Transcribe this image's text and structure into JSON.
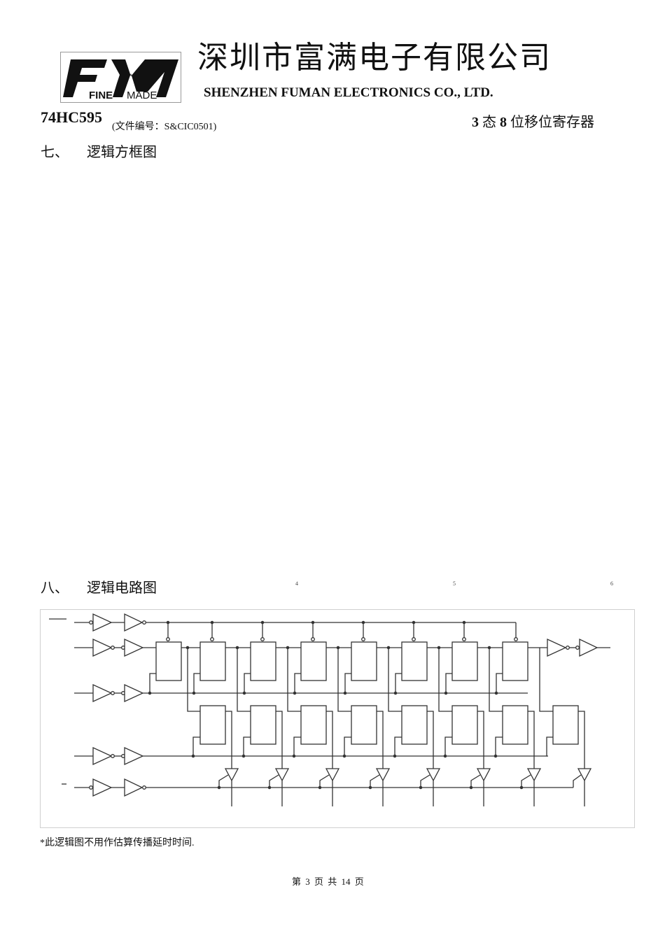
{
  "header": {
    "logo": {
      "mark": "FM",
      "brand_bold": "FINE",
      "brand_light": "MADE"
    },
    "company_cn": "深圳市富满电子有限公司",
    "company_en": "SHENZHEN FUMAN ELECTRONICS CO., LTD.",
    "part_number": "74HC595",
    "doc_number": "(文件编号：S&CIC0501)",
    "subtitle": {
      "n1": "3",
      "t1": " 态 ",
      "n2": "8",
      "t2": " 位移位寄存器"
    }
  },
  "sections": [
    {
      "number": "七、",
      "title": "逻辑方框图"
    },
    {
      "number": "八、",
      "title": "逻辑电路图"
    }
  ],
  "tick_labels": [
    "4",
    "5",
    "6"
  ],
  "diagram": {
    "description": "74HC595 logic circuit: input buffers, 8 shift-register flip-flops, 8 storage-register latches, 8 three-state output buffers, serial output buffer",
    "shift_stages": 8,
    "latch_stages": 8,
    "output_buffers": 8,
    "colors": {
      "line": "#333333",
      "frame": "#cfcfcf"
    }
  },
  "note": "*此逻辑图不用作估算传播延时时间.",
  "footer": {
    "text": "第 3 页 共 14 页",
    "page": 3,
    "total": 14
  }
}
